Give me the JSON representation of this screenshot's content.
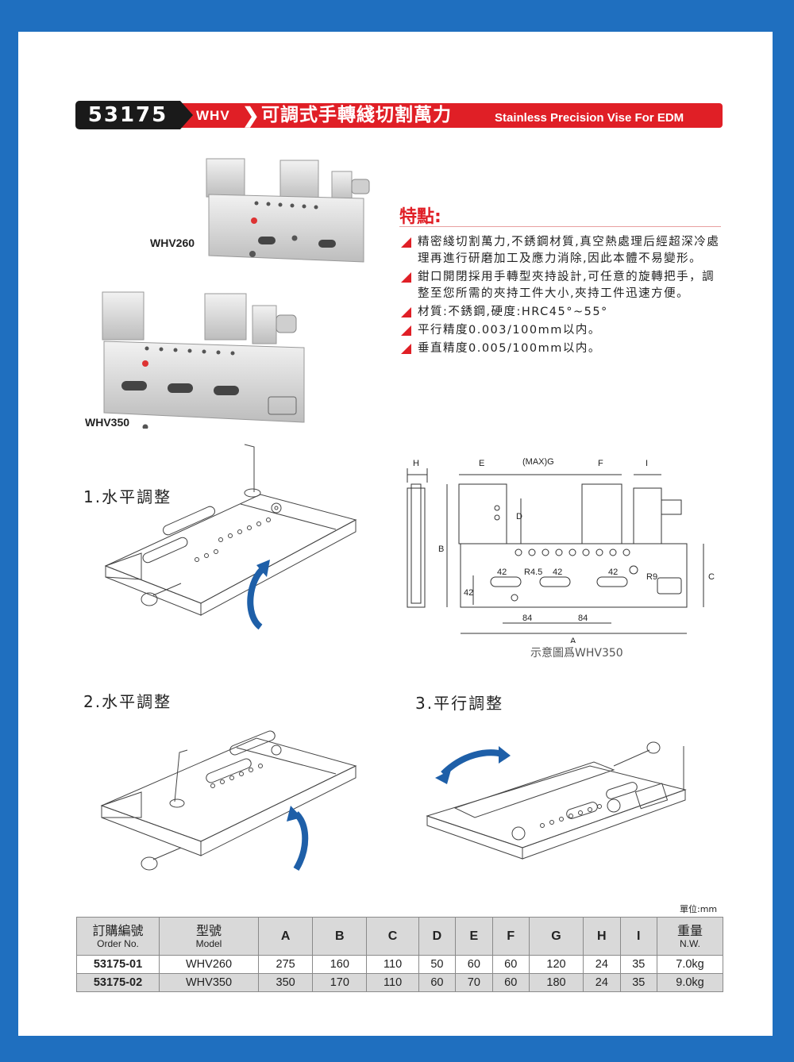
{
  "header": {
    "code": "53175",
    "model": "WHV",
    "title_zh": "可調式手轉綫切割萬力",
    "title_en": "Stainless Precision Vise For EDM"
  },
  "products": [
    {
      "label": "WHV260"
    },
    {
      "label": "WHV350"
    }
  ],
  "features": {
    "title": "特點:",
    "items": [
      "精密綫切割萬力,不銹鋼材質,真空熱處理后經超深冷處理再進行研磨加工及應力消除,因此本體不易變形。",
      "鉗口開閉採用手轉型夾持設計,可任意的旋轉把手，調整至您所需的夾持工件大小,夾持工件迅速方便。",
      "材質:不銹鋼,硬度:HRC45°~55°",
      "平行精度0.003/100mm以内。",
      "垂直精度0.005/100mm以内。"
    ]
  },
  "drawing": {
    "dim_labels": [
      "H",
      "E",
      "(MAX)G",
      "F",
      "I",
      "D",
      "B",
      "C",
      "A"
    ],
    "values": [
      "42",
      "R4.5",
      "42",
      "42",
      "R9",
      "42",
      "84",
      "84"
    ],
    "note": "示意圖爲WHV350"
  },
  "steps": [
    {
      "label": "1.水平調整"
    },
    {
      "label": "2.水平調整"
    },
    {
      "label": "3.平行調整"
    }
  ],
  "table": {
    "unit": "單位:mm",
    "headers": [
      {
        "zh": "訂購編號",
        "en": "Order No."
      },
      {
        "zh": "型號",
        "en": "Model"
      },
      {
        "zh": "",
        "en": "A"
      },
      {
        "zh": "",
        "en": "B"
      },
      {
        "zh": "",
        "en": "C"
      },
      {
        "zh": "",
        "en": "D"
      },
      {
        "zh": "",
        "en": "E"
      },
      {
        "zh": "",
        "en": "F"
      },
      {
        "zh": "",
        "en": "G"
      },
      {
        "zh": "",
        "en": "H"
      },
      {
        "zh": "",
        "en": "I"
      },
      {
        "zh": "重量",
        "en": "N.W."
      }
    ],
    "rows": [
      [
        "53175-01",
        "WHV260",
        "275",
        "160",
        "110",
        "50",
        "60",
        "60",
        "120",
        "24",
        "35",
        "7.0kg"
      ],
      [
        "53175-02",
        "WHV350",
        "350",
        "170",
        "110",
        "60",
        "70",
        "60",
        "180",
        "24",
        "35",
        "9.0kg"
      ]
    ]
  }
}
